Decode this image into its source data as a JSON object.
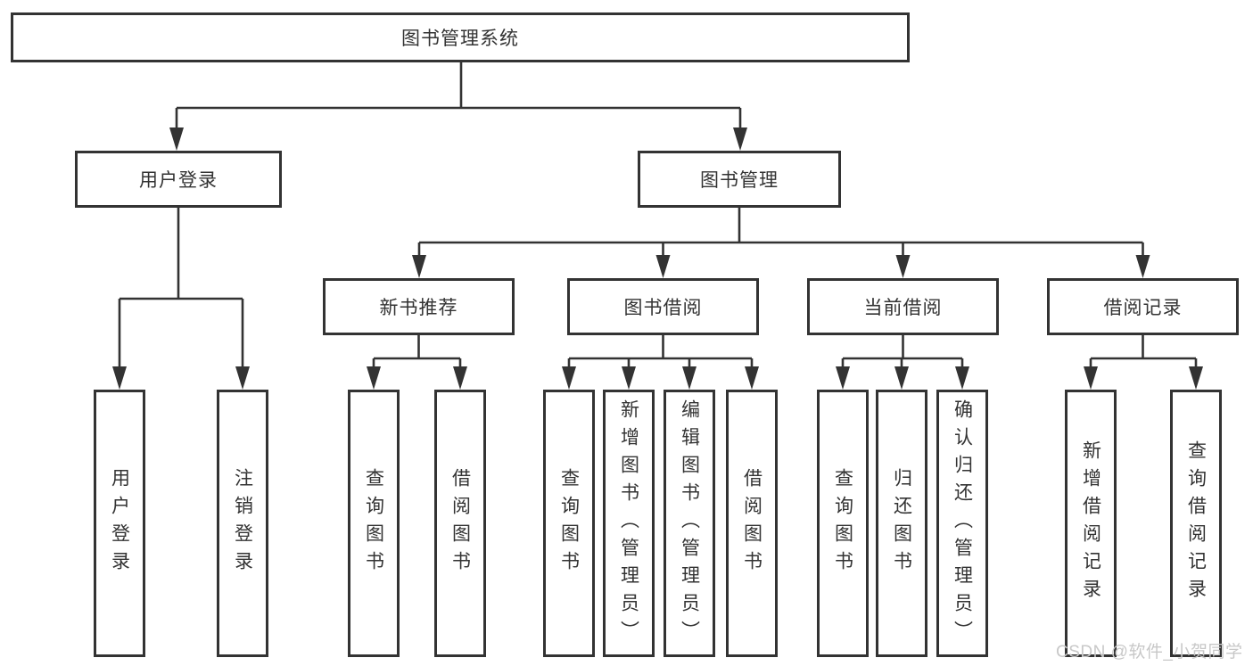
{
  "diagram": {
    "root": {
      "label": "图书管理系统"
    },
    "branches": [
      {
        "label": "用户登录",
        "children": [
          "用户登录",
          "注销登录"
        ]
      },
      {
        "label": "图书管理",
        "children": [
          {
            "label": "新书推荐",
            "children": [
              "查询图书",
              "借阅图书"
            ]
          },
          {
            "label": "图书借阅",
            "children": [
              "查询图书",
              "新增图书（管理员）",
              "编辑图书（管理员）",
              "借阅图书"
            ]
          },
          {
            "label": "当前借阅",
            "children": [
              "查询图书",
              "归还图书",
              "确认归还（管理员）"
            ]
          },
          {
            "label": "借阅记录",
            "children": [
              "新增借阅记录",
              "查询借阅记录"
            ]
          }
        ]
      }
    ]
  },
  "watermark": {
    "text": "CSDN @软件_小贺同学"
  },
  "colors": {
    "line": "#333333",
    "text": "#333333",
    "watermark": "#c8c8c8",
    "background": "#ffffff"
  }
}
